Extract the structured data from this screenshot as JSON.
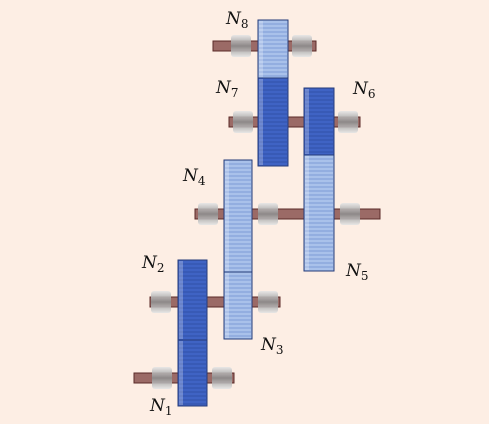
{
  "diagram": {
    "background": "#fdeee4",
    "colors": {
      "shaft": "#9b6a66",
      "shaft_dark": "#5a2a28",
      "gear_dark": "#3f63c4",
      "gear_light": "#a9c1ea",
      "gear_outline": "#243a78",
      "bearing": "#b7b7b7"
    },
    "labels": [
      {
        "id": "N1",
        "base": "N",
        "sub": "1"
      },
      {
        "id": "N2",
        "base": "N",
        "sub": "2"
      },
      {
        "id": "N3",
        "base": "N",
        "sub": "3"
      },
      {
        "id": "N4",
        "base": "N",
        "sub": "4"
      },
      {
        "id": "N5",
        "base": "N",
        "sub": "5"
      },
      {
        "id": "N6",
        "base": "N",
        "sub": "6"
      },
      {
        "id": "N7",
        "base": "N",
        "sub": "7"
      },
      {
        "id": "N8",
        "base": "N",
        "sub": "8"
      }
    ]
  }
}
